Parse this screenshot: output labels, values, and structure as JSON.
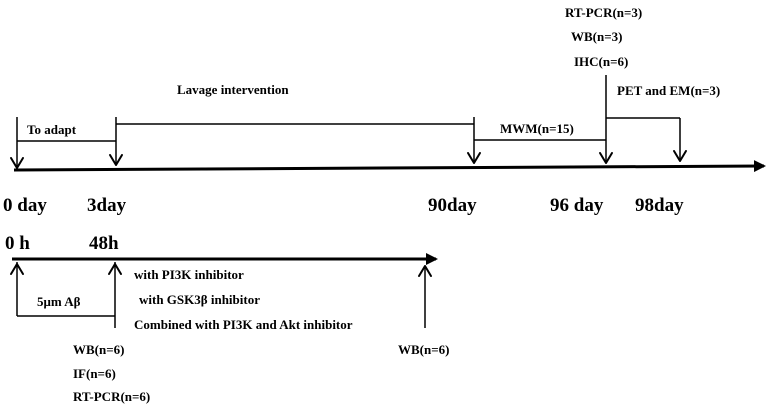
{
  "timeline_top": {
    "label_adapt": "To adapt",
    "label_lavage": "Lavage intervention",
    "label_mwm": "MWM(n=15)",
    "label_pet_em": "PET and EM(n=3)",
    "assays_96": [
      "RT-PCR(n=3)",
      "WB(n=3)",
      "IHC(n=6)"
    ],
    "day_labels": [
      "0 day",
      "3day",
      "90day",
      "96 day",
      "98day"
    ]
  },
  "timeline_bottom": {
    "time_labels": [
      "0 h",
      "48h"
    ],
    "label_abeta": "5μm Aβ",
    "treatments": [
      "with PI3K inhibitor",
      "with GSK3β inhibitor",
      "Combined with PI3K and Akt inhibitor"
    ],
    "assays_48h": [
      "WB(n=6)",
      "IF(n=6)",
      "RT-PCR(n=6)"
    ],
    "assay_end": "WB(n=6)"
  }
}
